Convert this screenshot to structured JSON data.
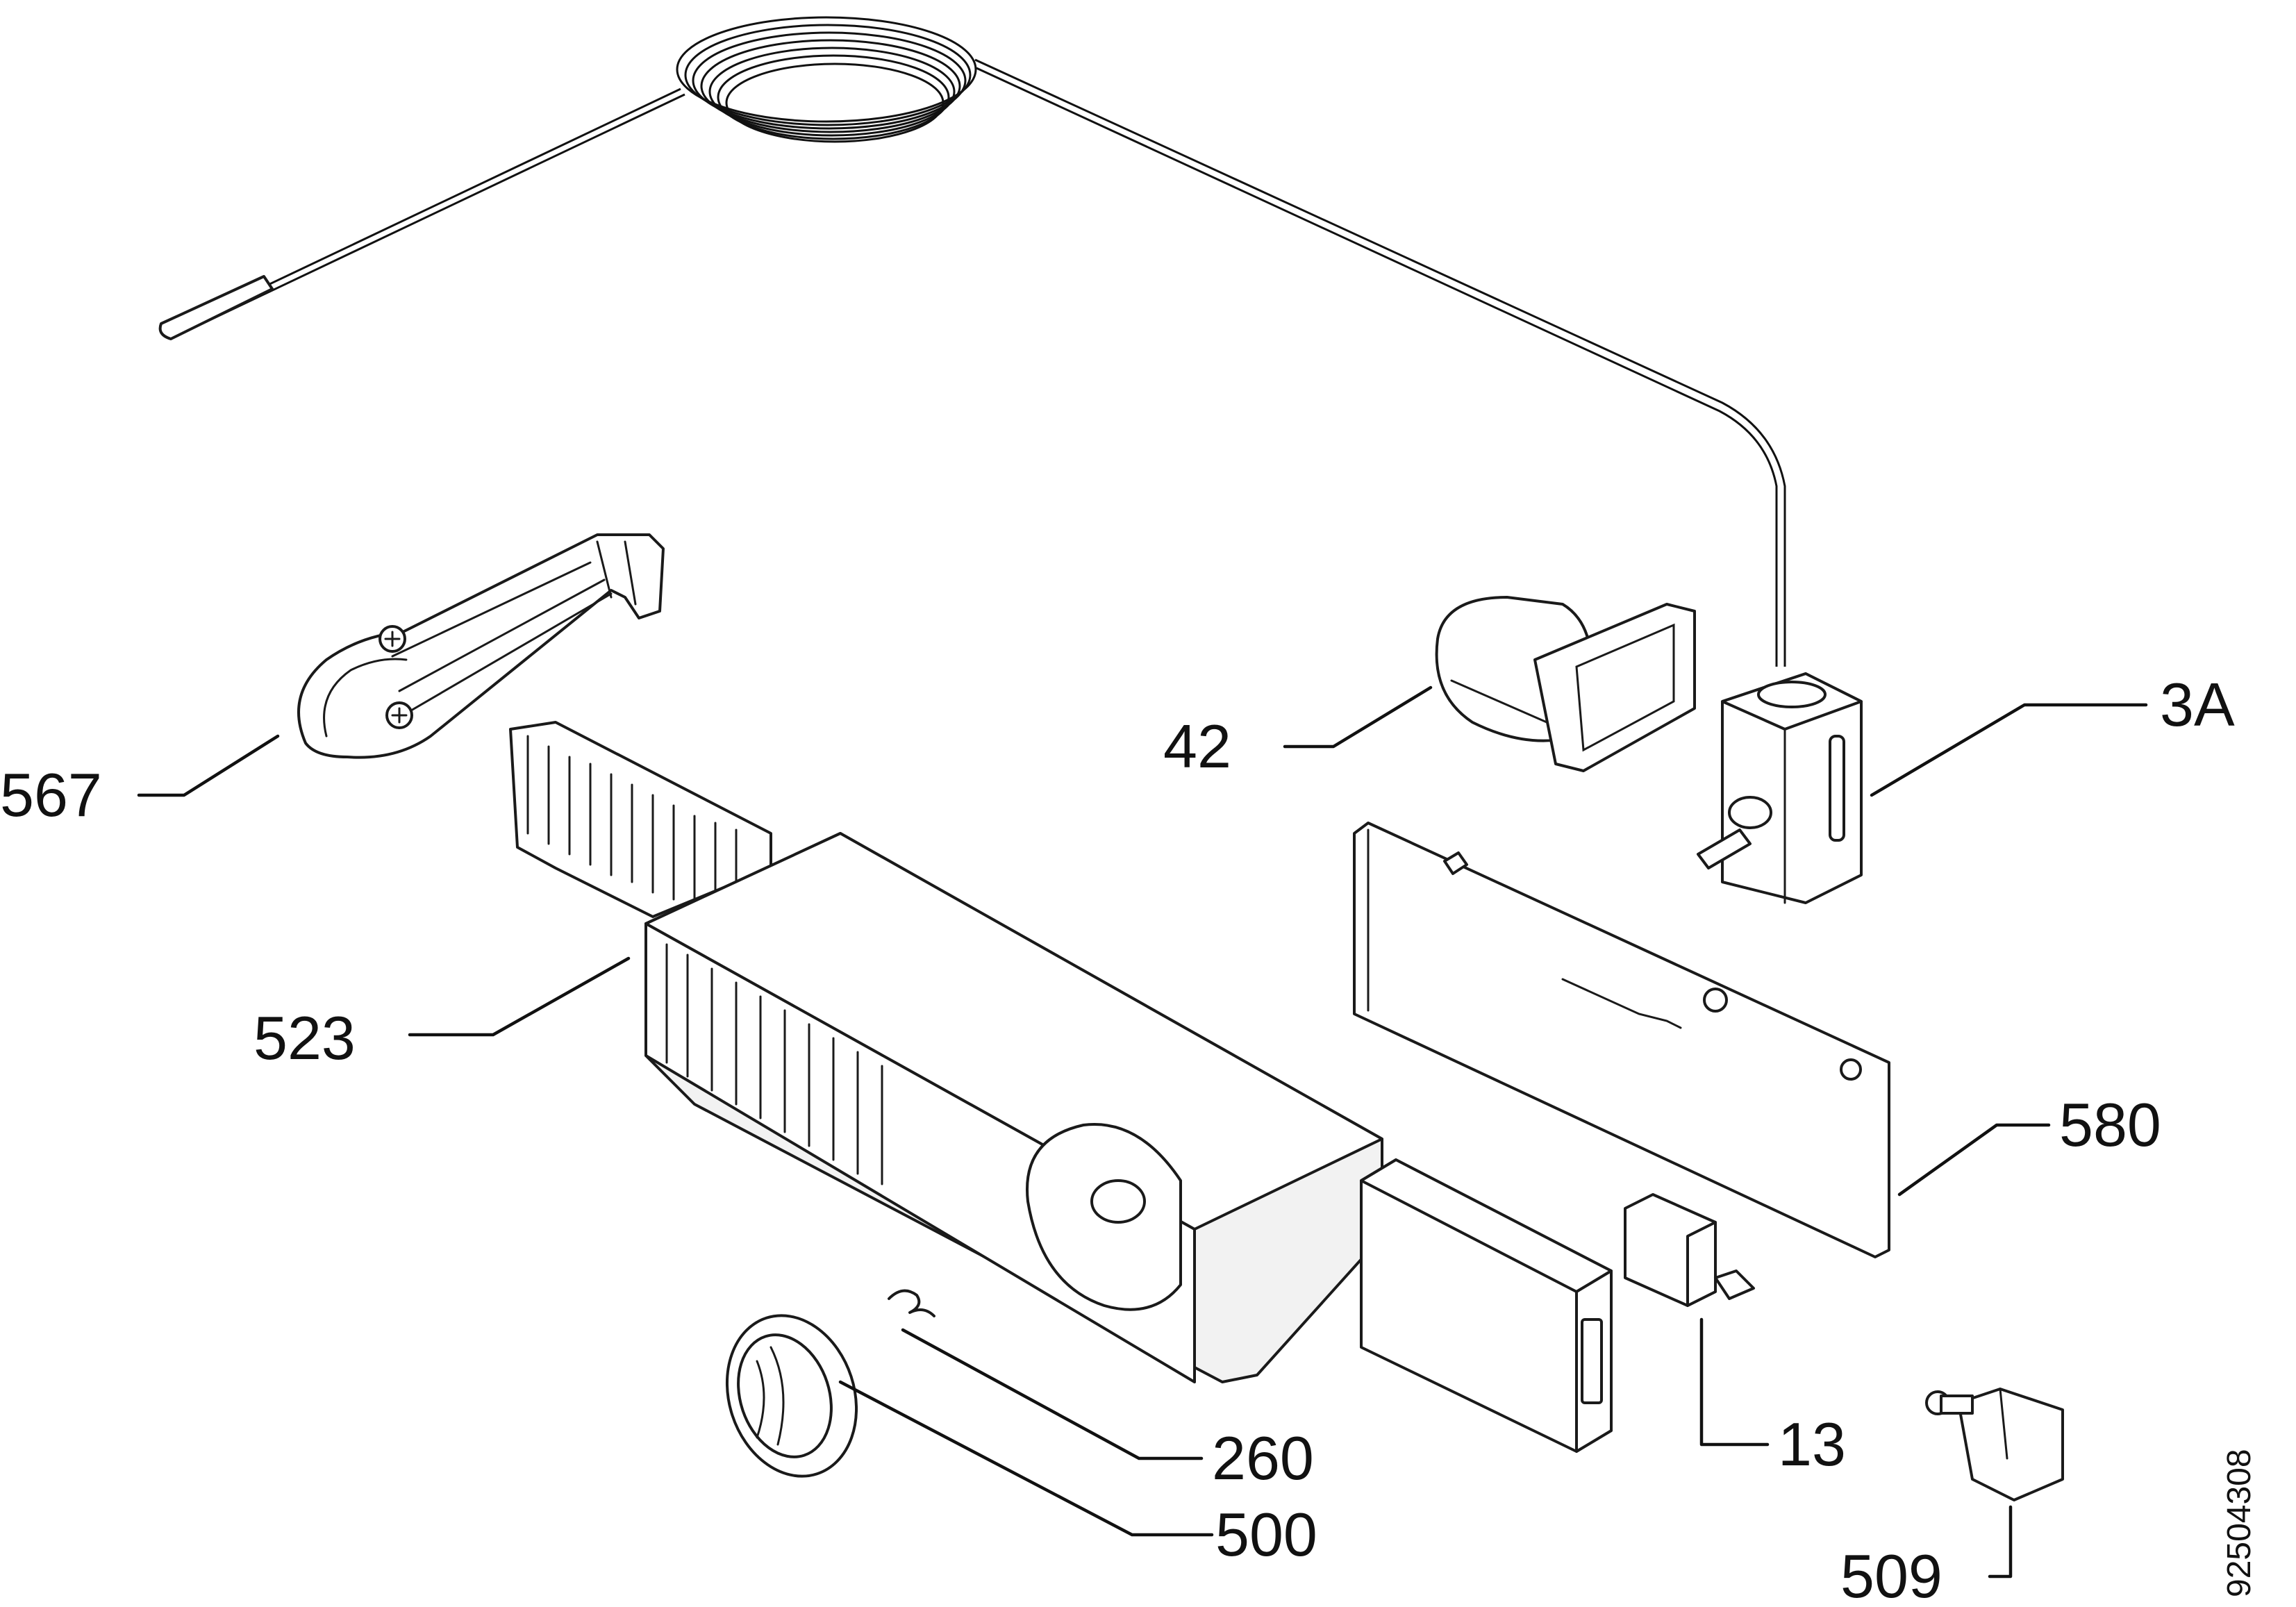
{
  "diagram": {
    "drawing_number": "92504308",
    "callouts": [
      {
        "id": "p567",
        "label": "567"
      },
      {
        "id": "p42",
        "label": "42"
      },
      {
        "id": "p3A",
        "label": "3A"
      },
      {
        "id": "p523",
        "label": "523"
      },
      {
        "id": "p580",
        "label": "580"
      },
      {
        "id": "p260",
        "label": "260"
      },
      {
        "id": "p13",
        "label": "13"
      },
      {
        "id": "p500",
        "label": "500"
      },
      {
        "id": "p509",
        "label": "509"
      }
    ]
  }
}
